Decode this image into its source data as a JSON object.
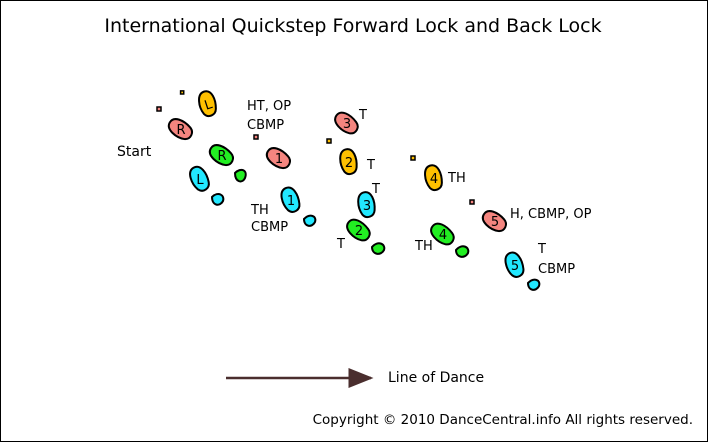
{
  "diagram": {
    "title": "International Quickstep Forward Lock and Back Lock",
    "start_label": "Start",
    "direction_label": "Line of Dance",
    "copyright": "Copyright © 2010 DanceCentral.info All rights reserved.",
    "colors": {
      "yellow": "#ffc000",
      "red": "#f4857f",
      "green": "#22ee22",
      "cyan": "#22e8ff",
      "outline": "#000000",
      "arrow": "#4a2e2e"
    },
    "start_feet": [
      {
        "label": "L",
        "color": "yellow",
        "icon": "footprint-left"
      },
      {
        "label": "R",
        "color": "red",
        "icon": "footprint-right"
      },
      {
        "label": "R",
        "color": "green",
        "icon": "footprint-right"
      },
      {
        "label": "L",
        "color": "cyan",
        "icon": "footprint-left"
      }
    ],
    "steps": [
      {
        "label": "1",
        "color": "red",
        "annotation": [
          "HT, OP",
          "CBMP"
        ]
      },
      {
        "label": "1",
        "color": "cyan",
        "annotation": [
          "TH",
          "CBMP"
        ]
      },
      {
        "label": "2",
        "color": "green",
        "annotation": [
          "T"
        ]
      },
      {
        "label": "2",
        "color": "yellow",
        "annotation": [
          "T"
        ]
      },
      {
        "label": "3",
        "color": "red",
        "annotation": [
          "T"
        ]
      },
      {
        "label": "3",
        "color": "cyan",
        "annotation": [
          "T"
        ]
      },
      {
        "label": "4",
        "color": "yellow",
        "annotation": [
          "TH"
        ]
      },
      {
        "label": "4",
        "color": "green",
        "annotation": [
          "TH"
        ]
      },
      {
        "label": "5",
        "color": "red",
        "annotation": [
          "H, CBMP, OP"
        ]
      },
      {
        "label": "5",
        "color": "cyan",
        "annotation": [
          "T",
          "CBMP"
        ]
      }
    ]
  }
}
